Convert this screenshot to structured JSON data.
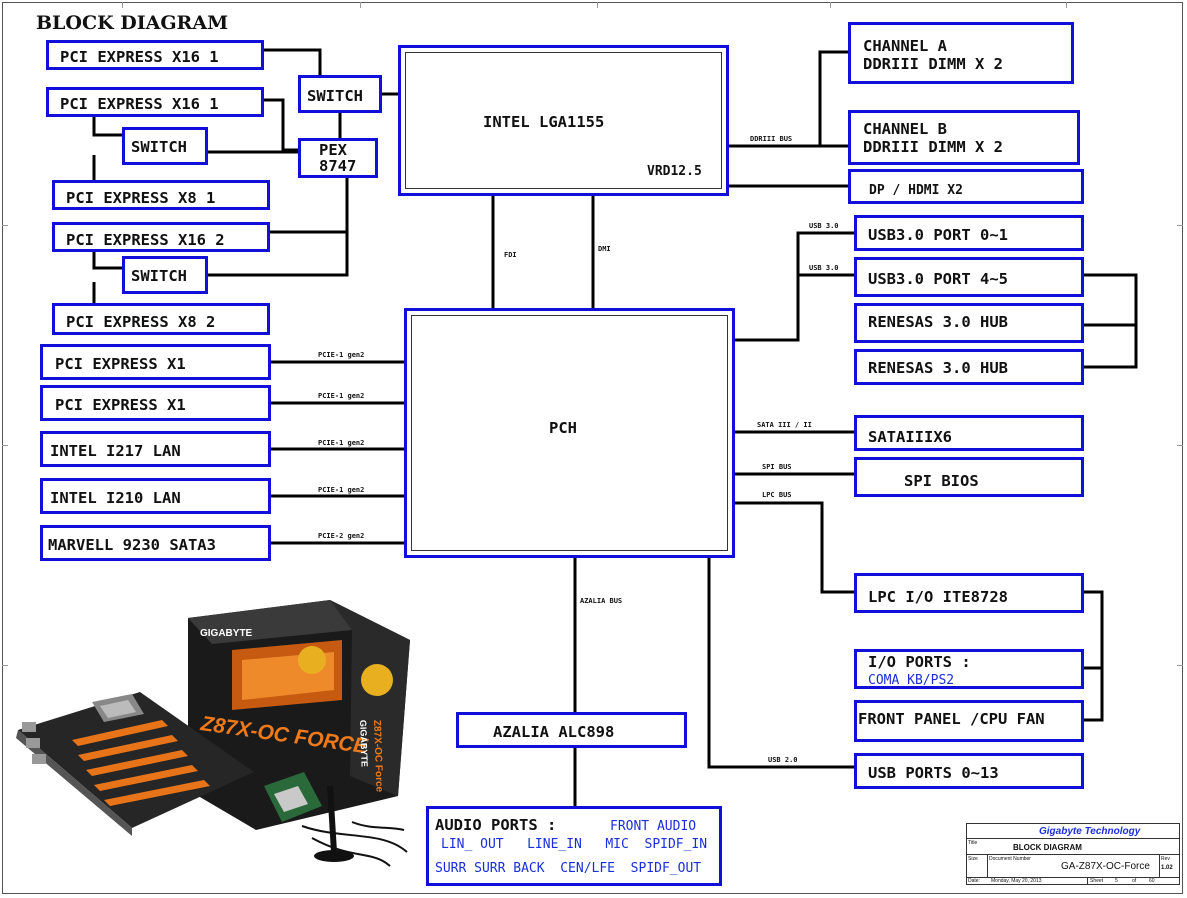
{
  "title": "BLOCK DIAGRAM",
  "boxes": {
    "pcie_x16_1a": "PCI EXPRESS X16 1",
    "pcie_x16_1b": "PCI EXPRESS X16 1",
    "switch1": "SWITCH",
    "switch2": "SWITCH",
    "switch3": "SWITCH",
    "pex_line1": "PEX",
    "pex_line2": "8747",
    "pcie_x8_1": "PCI EXPRESS X8 1",
    "pcie_x16_2": "PCI EXPRESS X16 2",
    "pcie_x8_2": "PCI EXPRESS X8 2",
    "pcie_x1_a": "PCI EXPRESS X1",
    "pcie_x1_b": "PCI EXPRESS X1",
    "lan_i217": "INTEL I217 LAN",
    "lan_i210": "INTEL I210 LAN",
    "marvell": "MARVELL 9230 SATA3",
    "cpu": "INTEL LGA1155",
    "vrd": "VRD12.5",
    "pch": "PCH",
    "chan_a_1": "CHANNEL A",
    "chan_a_2": "DDRIII  DIMM X 2",
    "chan_b_1": "CHANNEL B",
    "chan_b_2": "DDRIII DIMM X 2",
    "dp_hdmi": "DP / HDMI X2",
    "usb3_01": "USB3.0 PORT 0~1",
    "usb3_45": "USB3.0 PORT 4~5",
    "renesas1": "RENESAS 3.0 HUB",
    "renesas2": "RENESAS 3.0 HUB",
    "sata": "SATAIIIX6",
    "spi": "SPI BIOS",
    "lpc": "LPC I/O ITE8728",
    "io_ports": "I/O PORTS :",
    "io_ports_sub": "COMA  KB/PS2",
    "front_panel": "FRONT PANEL /CPU FAN",
    "usb_ports": "USB PORTS 0~13",
    "azalia": "AZALIA ALC898",
    "audio_title": "AUDIO PORTS :",
    "audio_front": "FRONT AUDIO",
    "audio_l2": "LIN_ OUT   LINE_IN   MIC  SPIDF_IN",
    "audio_l3": "SURR SURR BACK  CEN/LFE  SPIDF_OUT"
  },
  "labels": {
    "fdi": "FDI",
    "dmi": "DMI",
    "ddr_bus": "DDRIII BUS",
    "usb30_a": "USB 3.0",
    "usb30_b": "USB 3.0",
    "pcie_1": "PCIE-1 gen2",
    "pcie_2": "PCIE-1 gen2",
    "pcie_3": "PCIE-1 gen2",
    "pcie_4": "PCIE-1 gen2",
    "pcie_5": "PCIE-2 gen2",
    "sata_bus": "SATA III / II",
    "spi_bus": "SPI BUS",
    "lpc_bus": "LPC BUS",
    "azalia_bus": "AZALIA BUS",
    "usb20": "USB 2.0"
  },
  "product_box": {
    "brand": "GIGABYTE",
    "model": "Z87X-OC FORCE",
    "side_brand": "GIGABYTE",
    "side_model": "Z87X-OC Force"
  },
  "title_block": {
    "company": "Gigabyte Technology",
    "title_label": "Title",
    "title": "BLOCK DIAGRAM",
    "size_label": "Size",
    "docnum_label": "Document Number",
    "docnum": "GA-Z87X-OC-Force",
    "rev_label": "Rev",
    "rev": "1.02",
    "date_label": "Date:",
    "date": "Monday, May 20, 2013",
    "sheet_label": "Sheet",
    "sheet": "5",
    "of_label": "of",
    "of": "60"
  },
  "colors": {
    "box_border": "#1010d8",
    "wire": "#000000",
    "accent_text": "#1a2fd8"
  }
}
